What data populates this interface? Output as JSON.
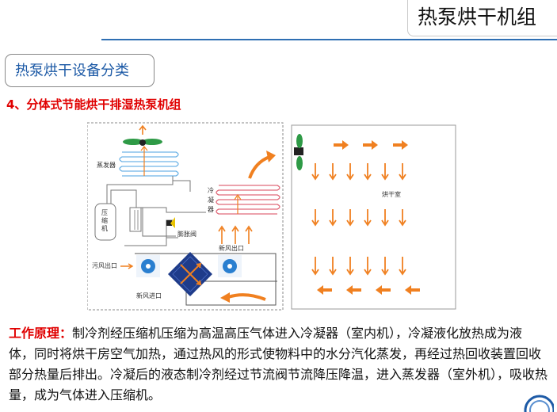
{
  "header": {
    "title": "热泵烘干机组"
  },
  "section": {
    "category": "热泵烘干设备分类",
    "subtitle": "4、分体式节能烘干排湿热泵机组"
  },
  "diagram": {
    "labels": {
      "evaporator": "蒸发器",
      "compressor_1": "压",
      "compressor_2": "缩",
      "compressor_3": "机",
      "condenser_1": "冷",
      "condenser_2": "凝",
      "condenser_3": "器",
      "expansion_valve": "膨胀阀",
      "fresh_air_out": "新风出口",
      "exhaust_out": "污风出口",
      "fresh_air_in": "新风进口",
      "drying_room": "烘干室"
    },
    "colors": {
      "arrow": "#f08020",
      "coil": "#e06a7a",
      "evap_coil": "#6fb4e6",
      "fan": "#2e9a46",
      "heat_exchanger": "#1f3c8a",
      "dashed": "#888888"
    }
  },
  "description": {
    "label": "工作原理：",
    "text": "制冷剂经压缩机压缩为高温高压气体进入冷凝器（室内机），冷凝液化放热成为液体，同时将烘干房空气加热，通过热风的形式使物料中的水分汽化蒸发，再经过热回收装置回收部分热量后排出。冷凝后的液态制冷剂经过节流阀节流降压降温，进入蒸发器（室外机），吸收热量，成为气体进入压缩机。"
  },
  "logo": {
    "icon": "company-logo-icon"
  }
}
